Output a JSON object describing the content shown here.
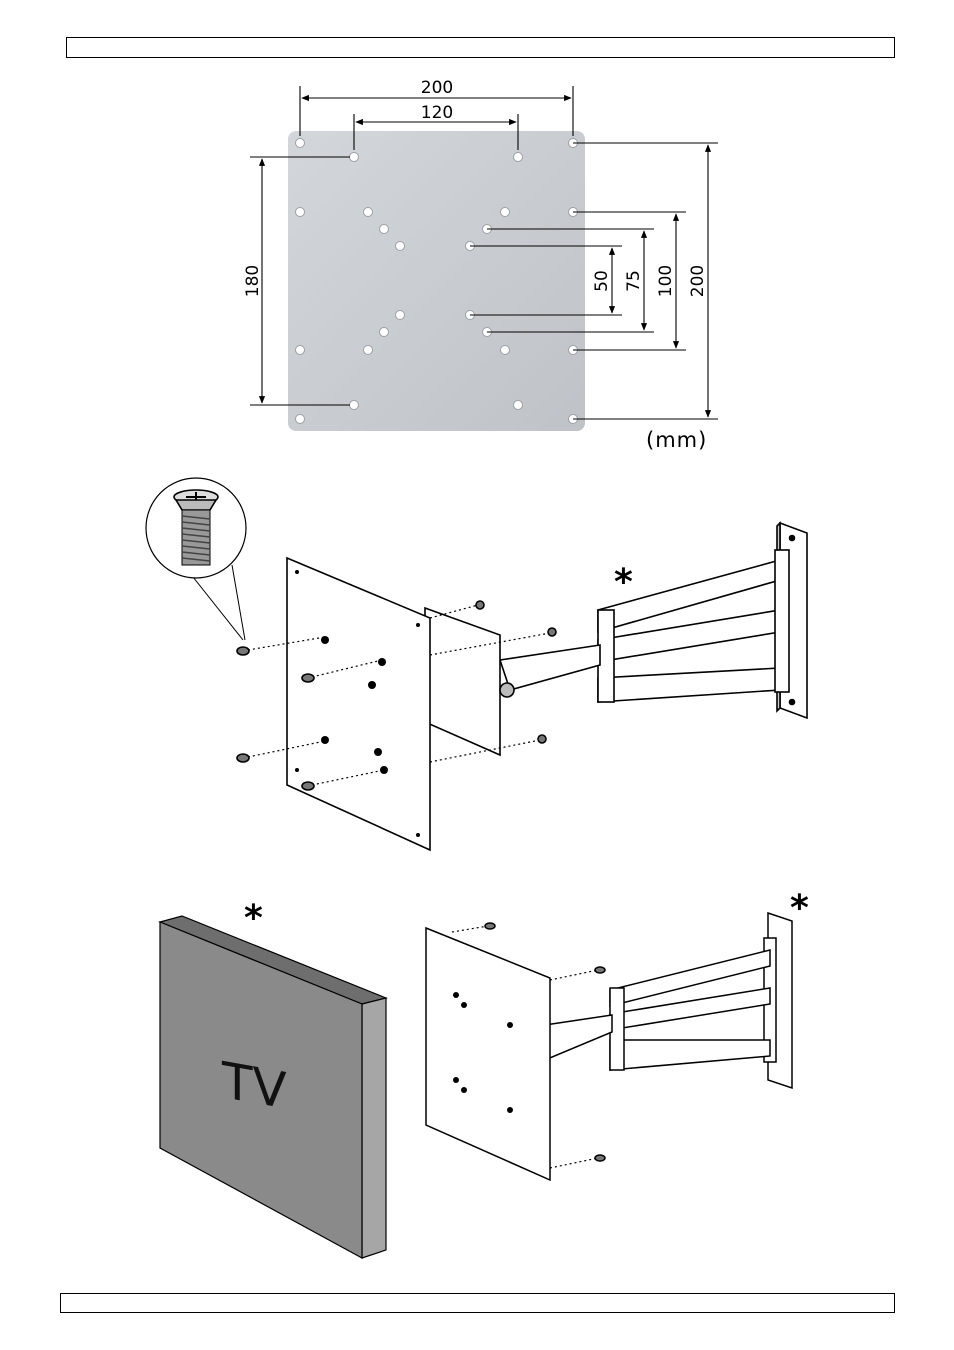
{
  "header": {
    "text": ""
  },
  "footer": {
    "text": ""
  },
  "plate_diagram": {
    "dimensions": {
      "top_outer": "200",
      "top_inner": "120",
      "left_vertical": "180",
      "right_50": "50",
      "right_75": "75",
      "right_100": "100",
      "right_200": "200"
    },
    "unit": "(mm)"
  },
  "assembly_diagram": {
    "marker": "*"
  },
  "mounting_diagram": {
    "tv_label": "TV",
    "marker_tv": "*",
    "marker_wall": "*"
  },
  "colors": {
    "plate_fill": "#c9cdd2",
    "tv_front": "#8a8a8a",
    "tv_side": "#a6a6a6",
    "tv_top": "#6e6e6e"
  }
}
